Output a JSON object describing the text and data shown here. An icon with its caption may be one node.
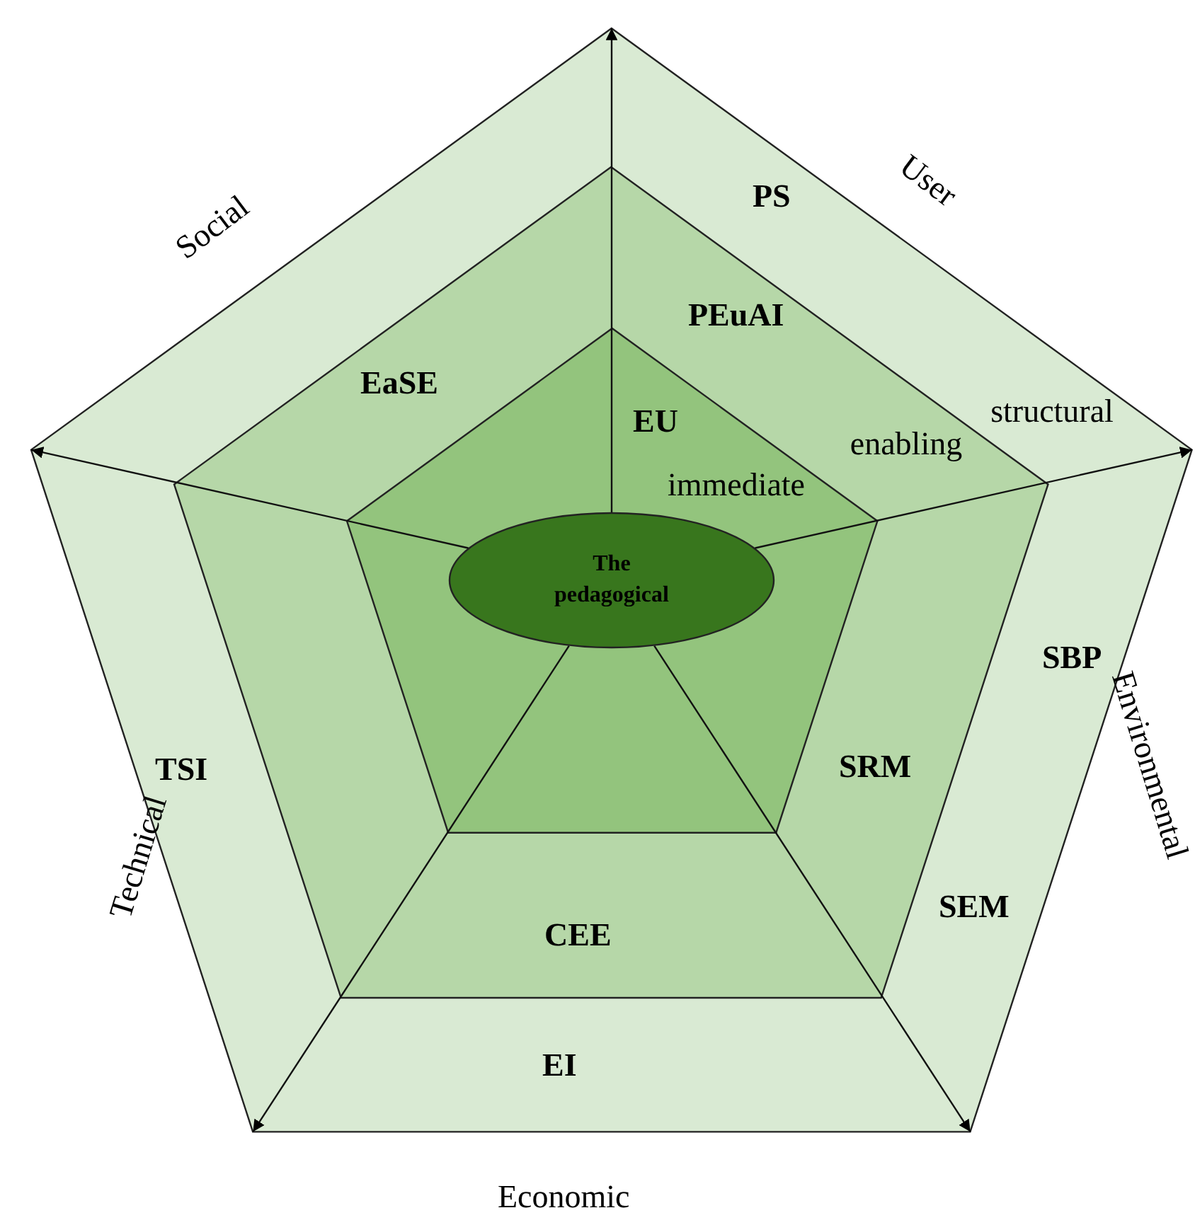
{
  "diagram": {
    "nodes": [
      {
        "text": [
          "structural"
        ]
      },
      {
        "text": [
          "enabling"
        ],
        "in": 0
      },
      {
        "text": [
          "immediate"
        ],
        "in": 1
      },
      {
        "text": [
          "The pedagogical"
        ],
        "in": 2
      }
    ],
    "edges": [
      {
        "from": 3,
        "to": null,
        "arrow": "to"
      },
      {
        "from": 3,
        "to": null,
        "arrow": "to"
      },
      {
        "from": 3,
        "to": null,
        "arrow": "to"
      },
      {
        "from": 3,
        "to": null,
        "arrow": "to"
      },
      {
        "from": 3,
        "to": null,
        "arrow": "to"
      }
    ],
    "labels": [
      "Social",
      "User",
      "PS",
      "PEuAI",
      "EaSE",
      "EU",
      "TSI",
      "SBP",
      "SRM",
      "Technical",
      "Environmental",
      "SEM",
      "CEE",
      "EI",
      "Economic"
    ]
  }
}
